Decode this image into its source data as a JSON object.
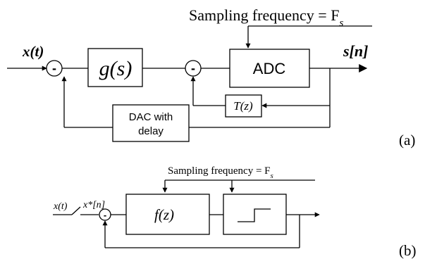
{
  "diagram_a": {
    "sampling_label": "Sampling frequency = F",
    "sampling_sub": "s",
    "input_label": "x(t)",
    "output_label": "s[n]",
    "sum1_sign": "-",
    "sum2_sign": "-",
    "g_block": "g(s)",
    "adc_block": "ADC",
    "tz_block": "T(z)",
    "dac_line1": "DAC with",
    "dac_line2": "delay",
    "panel_label": "(a)"
  },
  "diagram_b": {
    "sampling_label": "Sampling frequency = F",
    "sampling_sub": "s",
    "input_label": "x(t)",
    "sampled_label": "x*[n]",
    "sum_sign": "-",
    "f_block": "f(z)",
    "panel_label": "(b)"
  }
}
